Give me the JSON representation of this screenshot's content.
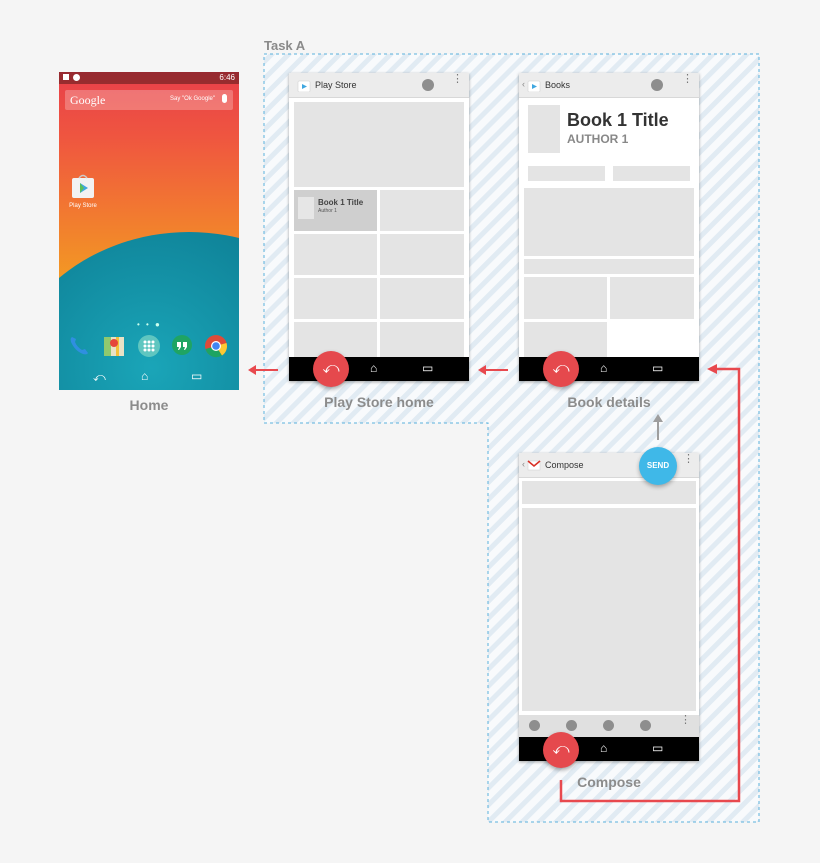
{
  "task": {
    "label": "Task A"
  },
  "colors": {
    "accent_red": "#e8494e",
    "send_blue": "#3fb8e8",
    "task_border": "#5ab1dd"
  },
  "home": {
    "caption": "Home",
    "status_time": "6:46",
    "search_logo": "Google",
    "search_hint": "Say \"Ok Google\"",
    "app_label": "Play Store",
    "dock_icons": [
      "phone-icon",
      "maps-icon",
      "app-drawer-icon",
      "hangouts-icon",
      "chrome-icon"
    ]
  },
  "play_store": {
    "caption": "Play Store home",
    "title": "Play Store",
    "card": {
      "title": "Book 1 Title",
      "author": "Author 1"
    }
  },
  "book_details": {
    "caption": "Book details",
    "title": "Books",
    "book_title": "Book 1 Title",
    "author": "AUTHOR 1"
  },
  "compose": {
    "caption": "Compose",
    "title": "Compose",
    "send_label": "SEND"
  },
  "icons": {
    "back": "back-icon",
    "home": "home-icon",
    "recents": "recents-icon",
    "overflow": "overflow-menu-icon"
  }
}
